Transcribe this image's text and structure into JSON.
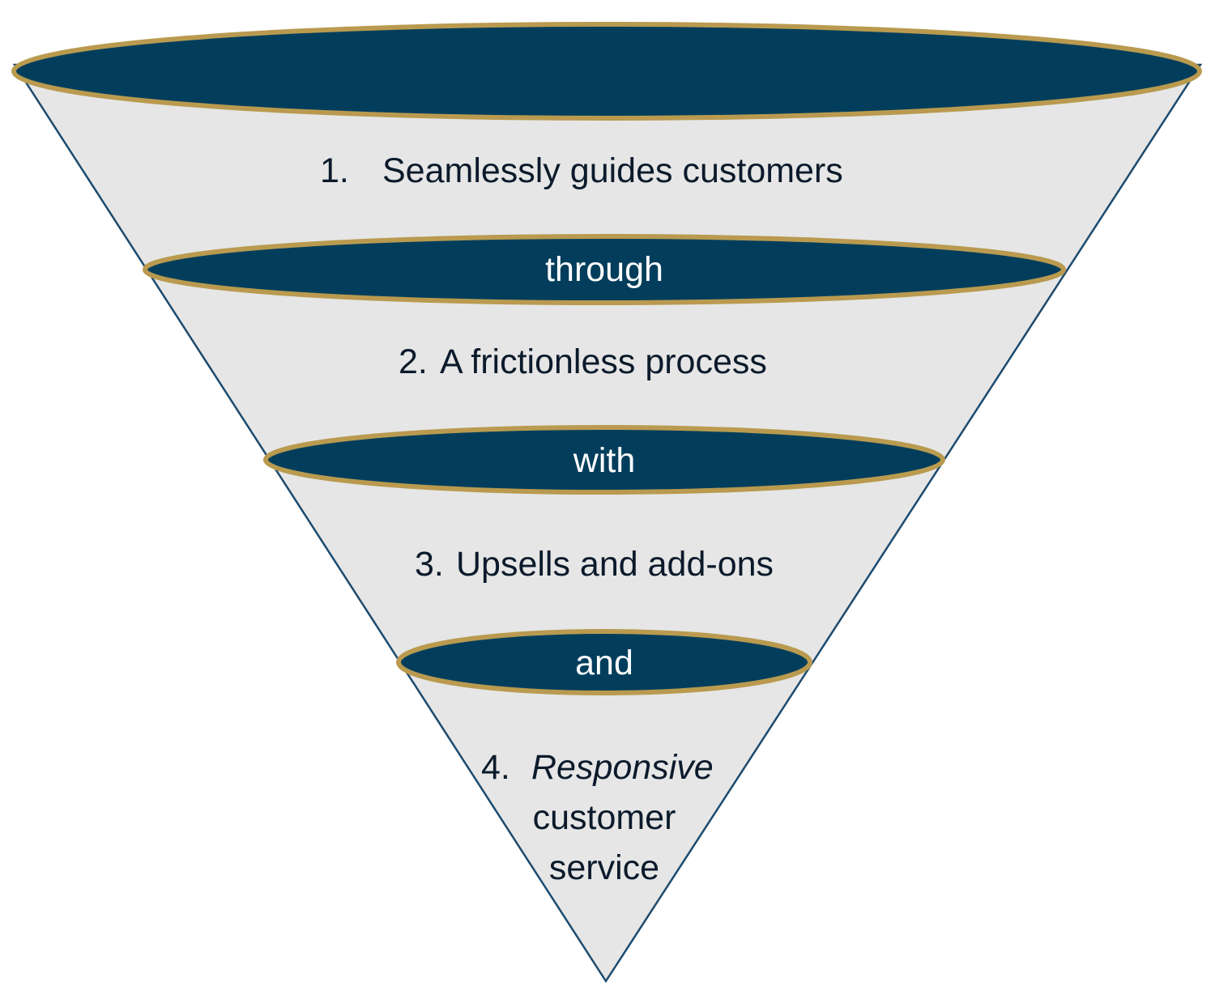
{
  "colors": {
    "funnel_fill": "#e6e6e6",
    "funnel_outline": "#1c4a6e",
    "ring_fill": "#023e5c",
    "ring_border": "#b99a4f",
    "band_text": "#0b1a2b",
    "ring_text": "#ffffff"
  },
  "stages": [
    {
      "number": "1.",
      "text": "Seamlessly guides customers"
    },
    {
      "number": "2.",
      "text": "A frictionless process"
    },
    {
      "number": "3.",
      "text": "Upsells and add-ons"
    },
    {
      "number": "4.",
      "text_italic": "Responsive",
      "text_line2": "customer",
      "text_line3": "service"
    }
  ],
  "connectors": [
    {
      "label": "through"
    },
    {
      "label": "with"
    },
    {
      "label": "and"
    }
  ]
}
